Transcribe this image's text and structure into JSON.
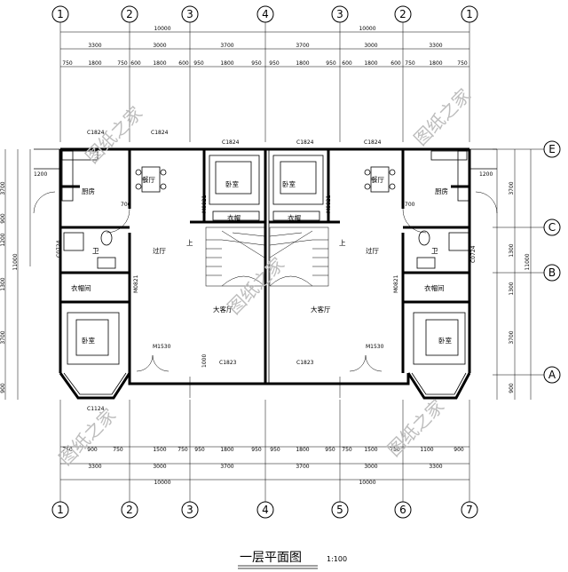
{
  "title": "一层平面图",
  "scale": "1:100",
  "watermark": "图纸之家",
  "axes_top": [
    "1",
    "2",
    "3",
    "4",
    "3",
    "2",
    "1"
  ],
  "axes_bottom": [
    "1",
    "2",
    "3",
    "4",
    "5",
    "6",
    "7"
  ],
  "axes_right": [
    "E",
    "C",
    "B",
    "A"
  ],
  "dims_top_total": [
    "10000",
    "10000"
  ],
  "dims_top_mid": [
    "3300",
    "3000",
    "3700",
    "3700",
    "3000",
    "3300"
  ],
  "dims_top_fine": [
    "750",
    "1800",
    "750",
    "600",
    "1800",
    "600",
    "950",
    "1800",
    "950",
    "950",
    "1800",
    "950",
    "600",
    "1800",
    "600",
    "750",
    "1800",
    "750"
  ],
  "dims_bottom_fine": [
    "750",
    "900",
    "750",
    "1500",
    "750",
    "950",
    "1800",
    "950",
    "950",
    "1800",
    "950",
    "750",
    "1500",
    "750",
    "1100",
    "900"
  ],
  "dims_bottom_mid": [
    "3300",
    "3000",
    "3700",
    "3700",
    "3000",
    "3300"
  ],
  "dims_bottom_total": [
    "10000",
    "10000"
  ],
  "dims_right": [
    "3700",
    "1300",
    "1300",
    "3700",
    "900"
  ],
  "dims_right_total": "11000",
  "dims_left": [
    "3700",
    "900",
    "1200",
    "1300",
    "3700",
    "900"
  ],
  "rooms": {
    "kitchen": "厨房",
    "dining": "餐厅",
    "bedroom": "卧室",
    "cloakroom": "衣帽",
    "bath": "卫",
    "hall": "过厅",
    "closet": "衣帽间",
    "living": "大客厅",
    "up": "上"
  },
  "windows": {
    "c1824": "C1824",
    "c1823": "C1823",
    "c1124": "C1124",
    "m1530": "M1530",
    "m0821": "M0821",
    "c0724": "C0724",
    "dims_1200": "1200",
    "dims_700": "700",
    "dims_1000": "1000"
  }
}
